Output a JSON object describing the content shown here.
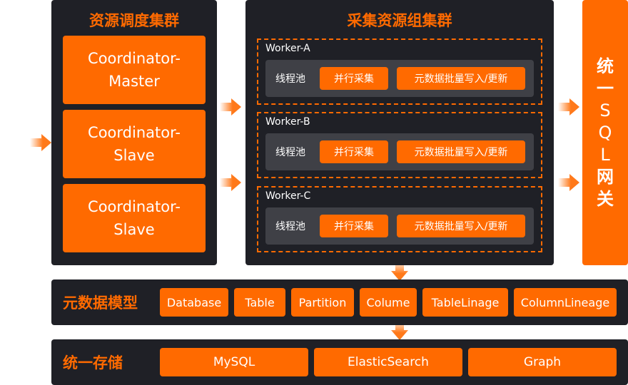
{
  "scheduler": {
    "title": "资源调度集群",
    "nodes": [
      [
        "Coordinator-",
        "Master"
      ],
      [
        "Coordinator-",
        "Slave"
      ],
      [
        "Coordinator-",
        "Slave"
      ]
    ]
  },
  "collector": {
    "title": "采集资源组集群",
    "workers": [
      {
        "name": "Worker-A",
        "pool": "线程池",
        "task1": "并行采集",
        "task2": "元数据批量写入/更新"
      },
      {
        "name": "Worker-B",
        "pool": "线程池",
        "task1": "并行采集",
        "task2": "元数据批量写入/更新"
      },
      {
        "name": "Worker-C",
        "pool": "线程池",
        "task1": "并行采集",
        "task2": "元数据批量写入/更新"
      }
    ]
  },
  "gateway": {
    "chars": [
      "统",
      "一",
      "S",
      "Q",
      "L",
      "网",
      "关"
    ]
  },
  "metadata": {
    "title": "元数据模型",
    "items": [
      "Database",
      "Table",
      "Partition",
      "Colume",
      "TableLinage",
      "ColumnLineage"
    ]
  },
  "storage": {
    "title": "统一存储",
    "items": [
      "MySQL",
      "ElasticSearch",
      "Graph"
    ]
  },
  "colors": {
    "accent": "#ff6a00",
    "panel": "#1f2026",
    "bar": "#3f4046"
  }
}
